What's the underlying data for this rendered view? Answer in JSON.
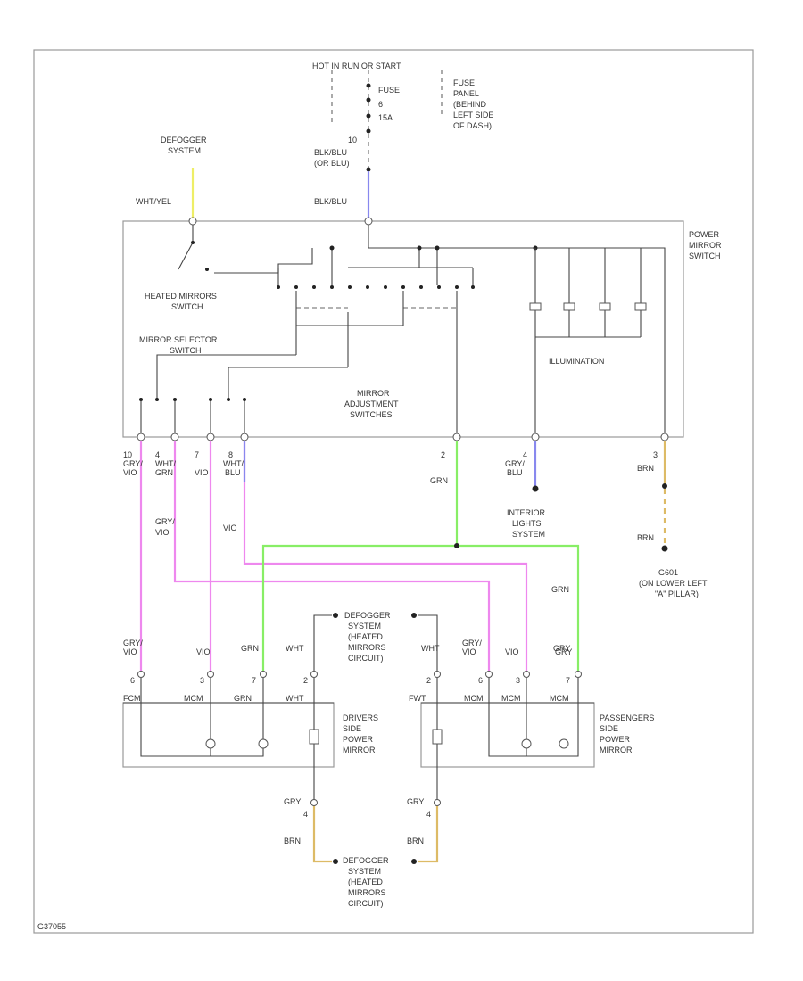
{
  "colors": {
    "pink": "#ee88ee",
    "green": "#88ee66",
    "blue": "#8888ee",
    "yellow": "#eeee66",
    "tan": "#ddbb66",
    "yellowgreen": "#ccee88"
  },
  "labels": {
    "hot": "HOT IN RUN OR START",
    "fuse_panel": [
      "FUSE",
      "PANEL",
      "(BEHIND",
      "LEFT SIDE",
      "OF DASH)"
    ],
    "fuse": [
      "FUSE",
      "6",
      "15A"
    ],
    "defogger_top": [
      "DEFOGGER",
      "SYSTEM"
    ],
    "c10": "10",
    "blu_top": [
      "BLK/BLU",
      "(OR BLU)"
    ],
    "wht_yel": "WHT/YEL",
    "blk_blu": "BLK/BLU",
    "power_mirror_switch": [
      "POWER",
      "MIRROR",
      "SWITCH"
    ],
    "heated_mirrors_switch": [
      "HEATED MIRRORS",
      "SWITCH"
    ],
    "mirror_selector_switch": [
      "MIRROR SELECTOR",
      "SWITCH"
    ],
    "mirror_adjustment": [
      "MIRROR",
      "ADJUSTMENT",
      "SWITCHES"
    ],
    "illumination": "ILLUMINATION",
    "pin_labels": [
      [
        "10",
        "GRY/",
        "VIO"
      ],
      [
        "4",
        "WHT/",
        "GRN"
      ],
      [
        "7",
        "VIO"
      ],
      [
        "8",
        "WHT/",
        "BLU"
      ],
      [
        "2",
        "GRN"
      ],
      [
        "4",
        "GRY/",
        "BLU"
      ],
      [
        "3",
        "BRN"
      ]
    ],
    "gry_vio_mid": [
      "GRY/",
      "VIO"
    ],
    "vio_mid": "VIO",
    "interior": [
      "INTERIOR",
      "LIGHTS",
      "SYSTEM"
    ],
    "brn_ground": "BRN",
    "g": [
      "G601",
      "(ON LOWER LEFT",
      "\"A\" PILLAR)"
    ],
    "grn_right": "GRN",
    "grn_right2": "GRY",
    "defogger_center": [
      "DEFOGGER",
      "SYSTEM",
      "(HEATED",
      "MIRRORS",
      "CIRCUIT)"
    ],
    "defogger_bottom": [
      "DEFOGGER",
      "SYSTEM",
      "(HEATED",
      "MIRRORS",
      "CIRCUIT)"
    ],
    "whole_left_labels": [
      "GRY/",
      "VIO",
      "VIO",
      "GRN",
      "WHT"
    ],
    "left_pins": [
      "6",
      "3",
      "7",
      "2"
    ],
    "left_pin_names": [
      "FCM",
      "MCM",
      "GRN",
      "WHT"
    ],
    "right_labels": [
      "WHT",
      "GRY/",
      "VIO",
      "VIO",
      "GRY"
    ],
    "right_pins": [
      "2",
      "6",
      "3",
      "7"
    ],
    "right_pin_names": [
      "FWT",
      "MCM",
      "MCM",
      "MCM"
    ],
    "drivers_side": [
      "DRIVERS",
      "SIDE",
      "POWER",
      "MIRROR"
    ],
    "passengers_side": [
      "PASSENGERS",
      "SIDE",
      "POWER",
      "MIRROR"
    ],
    "bottom_labels": [
      "GRY",
      "4",
      "BRN",
      "GRY",
      "4",
      "BRN"
    ],
    "diagram_id": "G37055"
  }
}
